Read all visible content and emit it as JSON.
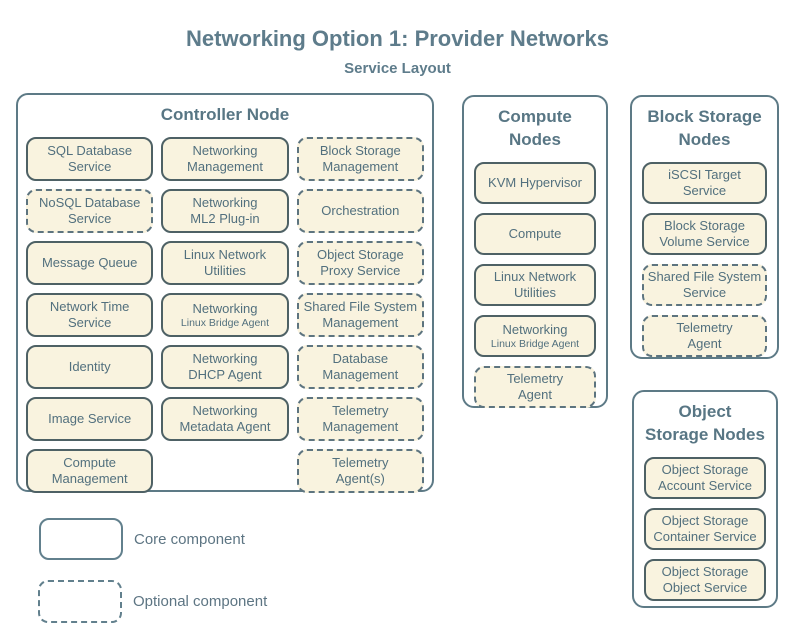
{
  "title": "Networking Option 1: Provider Networks",
  "subtitle": "Service Layout",
  "colors": {
    "heading_text": "#5e7c8b",
    "node_border": "#5d7a86",
    "node_title_text": "#587684",
    "service_fill": "#f9f3df",
    "service_border_solid": "#4e6165",
    "service_border_dashed": "#5d747f",
    "service_text": "#52707e",
    "legend_border": "#62808d",
    "legend_text": "#5d7583"
  },
  "nodes": [
    {
      "id": "controller",
      "title_lines": [
        "Controller Node"
      ],
      "border_style": "solid",
      "services": [
        {
          "lines": [
            "SQL Database",
            "Service"
          ],
          "style": "solid"
        },
        {
          "lines": [
            "Networking",
            "Management"
          ],
          "style": "solid"
        },
        {
          "lines": [
            "Block Storage",
            "Management"
          ],
          "style": "dashed"
        },
        {
          "lines": [
            "NoSQL Database",
            "Service"
          ],
          "style": "dashed"
        },
        {
          "lines": [
            "Networking",
            "ML2 Plug-in"
          ],
          "style": "solid"
        },
        {
          "lines": [
            "Orchestration"
          ],
          "style": "dashed"
        },
        {
          "lines": [
            "Message Queue"
          ],
          "style": "solid"
        },
        {
          "lines": [
            "Linux Network",
            "Utilities"
          ],
          "style": "solid"
        },
        {
          "lines": [
            "Object Storage",
            "Proxy Service"
          ],
          "style": "dashed"
        },
        {
          "lines": [
            "Network Time",
            "Service"
          ],
          "style": "solid"
        },
        {
          "lines": [
            "Networking"
          ],
          "small_line": "Linux Bridge Agent",
          "style": "solid"
        },
        {
          "lines": [
            "Shared File System",
            "Management"
          ],
          "style": "dashed"
        },
        {
          "lines": [
            "Identity"
          ],
          "style": "solid"
        },
        {
          "lines": [
            "Networking",
            "DHCP Agent"
          ],
          "style": "solid"
        },
        {
          "lines": [
            "Database",
            "Management"
          ],
          "style": "dashed"
        },
        {
          "lines": [
            "Image Service"
          ],
          "style": "solid"
        },
        {
          "lines": [
            "Networking",
            "Metadata Agent"
          ],
          "style": "solid"
        },
        {
          "lines": [
            "Telemetry",
            "Management"
          ],
          "style": "dashed"
        },
        {
          "lines": [
            "Compute",
            "Management"
          ],
          "style": "solid"
        },
        {
          "empty": true
        },
        {
          "lines": [
            "Telemetry",
            "Agent(s)"
          ],
          "style": "dashed"
        }
      ]
    },
    {
      "id": "compute",
      "title_lines": [
        "Compute",
        "Nodes"
      ],
      "border_style": "solid",
      "services": [
        {
          "lines": [
            "KVM Hypervisor"
          ],
          "style": "solid"
        },
        {
          "lines": [
            "Compute"
          ],
          "style": "solid"
        },
        {
          "lines": [
            "Linux Network",
            "Utilities"
          ],
          "style": "solid"
        },
        {
          "lines": [
            "Networking"
          ],
          "small_line": "Linux Bridge Agent",
          "style": "solid"
        },
        {
          "lines": [
            "Telemetry",
            "Agent"
          ],
          "style": "dashed"
        }
      ]
    },
    {
      "id": "block-storage",
      "title_lines": [
        "Block Storage",
        "Nodes"
      ],
      "border_style": "dashed",
      "services": [
        {
          "lines": [
            "iSCSI Target",
            "Service"
          ],
          "style": "solid"
        },
        {
          "lines": [
            "Block Storage",
            "Volume Service"
          ],
          "style": "solid"
        },
        {
          "lines": [
            "Shared File System",
            "Service"
          ],
          "style": "dashed"
        },
        {
          "lines": [
            "Telemetry",
            "Agent"
          ],
          "style": "dashed"
        }
      ]
    },
    {
      "id": "object-storage",
      "title_lines": [
        "Object",
        "Storage Nodes"
      ],
      "border_style": "dashed",
      "services": [
        {
          "lines": [
            "Object Storage",
            "Account Service"
          ],
          "style": "solid"
        },
        {
          "lines": [
            "Object Storage",
            "Container Service"
          ],
          "style": "solid"
        },
        {
          "lines": [
            "Object Storage",
            "Object Service"
          ],
          "style": "solid"
        }
      ]
    }
  ],
  "legend": [
    {
      "style": "solid",
      "label": "Core component"
    },
    {
      "style": "dashed",
      "label": "Optional component"
    }
  ]
}
